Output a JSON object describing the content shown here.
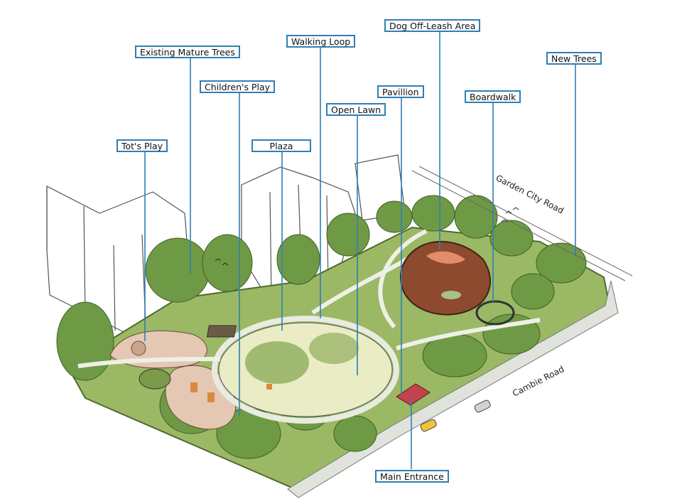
{
  "callouts": {
    "existing_mature_trees": "Existing Mature Trees",
    "walking_loop": "Walking Loop",
    "dog_off_leash_area": "Dog Off-Leash Area",
    "new_trees": "New Trees",
    "childrens_play": "Children's Play",
    "pavillion": "Pavillion",
    "boardwalk": "Boardwalk",
    "open_lawn": "Open Lawn",
    "tots_play": "Tot's Play",
    "plaza": "Plaza",
    "main_entrance": "Main Entrance"
  },
  "roads": {
    "garden_city_road": "Garden City Road",
    "cambie_road": "Cambie Road"
  },
  "colors": {
    "callout_border": "#2f7fb5",
    "leader_line": "#2f7fb5",
    "grass": "#8fae5c",
    "tree": "#6f9a45",
    "lawn": "#e9ecc4",
    "play_surface": "#e4c8b4",
    "dog_area": "#8d4a2f"
  }
}
